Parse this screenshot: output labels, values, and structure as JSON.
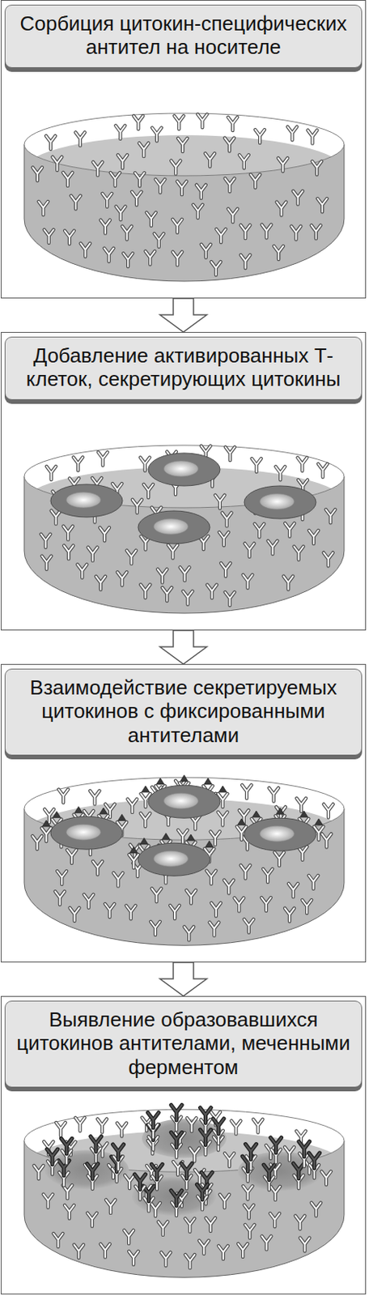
{
  "diagram": {
    "nodes": [
      {
        "text": [
          "Сорбиция цитокин-специфических антител на носителе"
        ]
      },
      {
        "text": [
          "Добавление активированных Т-клеток, секретирующих цитокины"
        ]
      },
      {
        "text": [
          "Взаимодействие секретируемых цитокинов с фиксированными антителами"
        ]
      },
      {
        "text": [
          "Выявление образовавшихся цитокинов антителами, меченными ферментом"
        ]
      }
    ],
    "edges": [
      {
        "from": 0,
        "to": 1,
        "arrow": "to"
      },
      {
        "from": 1,
        "to": 2,
        "arrow": "to"
      },
      {
        "from": 2,
        "to": 3,
        "arrow": "to"
      }
    ]
  }
}
